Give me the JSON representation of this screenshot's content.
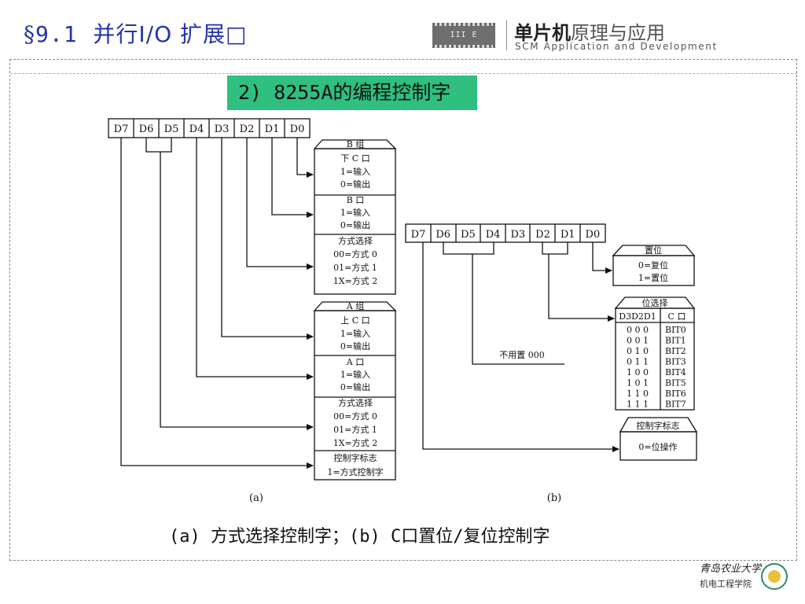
{
  "header": {
    "section_symbol": "§",
    "section_number": "9.1",
    "title_text": "并行I/O 扩展□"
  },
  "brand": {
    "chip_label": "III E",
    "name_bold": "单片机",
    "name_rest": "原理与应用",
    "subtitle": "SCM Application and Development"
  },
  "banner": {
    "text": "2)  8255A的编程控制字"
  },
  "diagram_a": {
    "bits": [
      "D7",
      "D6",
      "D5",
      "D4",
      "D3",
      "D2",
      "D1",
      "D0"
    ],
    "group_b": {
      "header": "B 组",
      "lines": [
        "下 C 口",
        "1=输入",
        "0=输出",
        "B 口",
        "1=输入",
        "0=输出",
        "方式选择",
        "00=方式 0",
        "01=方式 1",
        "1X=方式 2"
      ]
    },
    "group_a": {
      "header": "A 组",
      "lines": [
        "上 C 口",
        "1=输入",
        "0=输出",
        "A 口",
        "1=输入",
        "0=输出",
        "方式选择",
        "00=方式 0",
        "01=方式 1",
        "1X=方式 2",
        "控制字标志",
        "1=方式控制字"
      ]
    },
    "label": "(a)"
  },
  "diagram_b": {
    "bits": [
      "D7",
      "D6",
      "D5",
      "D4",
      "D3",
      "D2",
      "D1",
      "D0"
    ],
    "set_box": {
      "header": "置位",
      "lines": [
        "0=复位",
        "1=置位"
      ]
    },
    "select_box": {
      "header": "位选择",
      "col1_header": "D3D2D1",
      "col2_header": "C 口",
      "rows": [
        [
          "0 0 0",
          "BIT0"
        ],
        [
          "0 0 1",
          "BIT1"
        ],
        [
          "0 1 0",
          "BIT2"
        ],
        [
          "0 1 1",
          "BIT3"
        ],
        [
          "1 0 0",
          "BIT4"
        ],
        [
          "1 0 1",
          "BIT5"
        ],
        [
          "1 1 0",
          "BIT6"
        ],
        [
          "1 1 1",
          "BIT7"
        ]
      ]
    },
    "unused_note": "不用置 000",
    "flag_box": {
      "header": "控制字标志",
      "line": "0=位操作"
    },
    "label": "(b)"
  },
  "caption": {
    "text": "(a) 方式选择控制字；(b) C口置位/复位控制字"
  },
  "footer": {
    "university": "青岛农业大学",
    "college": "机电工程学院"
  }
}
